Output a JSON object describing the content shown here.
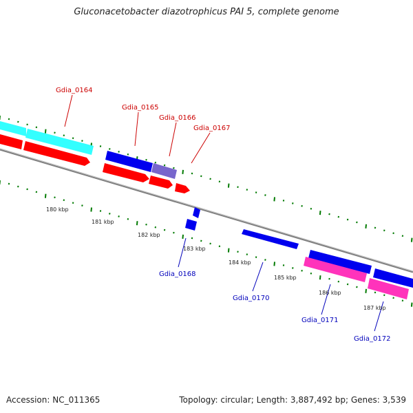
{
  "header": {
    "title": "Gluconacetobacter diazotrophicus PAI 5, complete genome"
  },
  "footer": {
    "accession": "Accession: NC_011365",
    "stats": "Topology: circular; Length: 3,887,492 bp; Genes: 3,539"
  },
  "colors": {
    "backbone": "#888888",
    "tick": "#007a00",
    "forward_label": "#cc0000",
    "reverse_label": "#0000bb",
    "cds_red": "#ff0000",
    "cds_blue": "#0000ee",
    "cds_purple": "#7766cc",
    "cds_cyan": "#33ffff",
    "cds_magenta": "#ff33bb"
  },
  "scale_labels": [
    {
      "text": "180 kbp"
    },
    {
      "text": "181 kbp"
    },
    {
      "text": "182 kbp"
    },
    {
      "text": "183 kbp"
    },
    {
      "text": "184 kbp"
    },
    {
      "text": "185 kbp"
    },
    {
      "text": "186 kbp"
    },
    {
      "text": "187 kbp"
    }
  ],
  "forward_genes": [
    {
      "label": "Gdia_0164"
    },
    {
      "label": "Gdia_0165"
    },
    {
      "label": "Gdia_0166"
    },
    {
      "label": "Gdia_0167"
    }
  ],
  "reverse_genes": [
    {
      "label": "Gdia_0168"
    },
    {
      "label": "Gdia_0170"
    },
    {
      "label": "Gdia_0171"
    },
    {
      "label": "Gdia_0172"
    }
  ]
}
